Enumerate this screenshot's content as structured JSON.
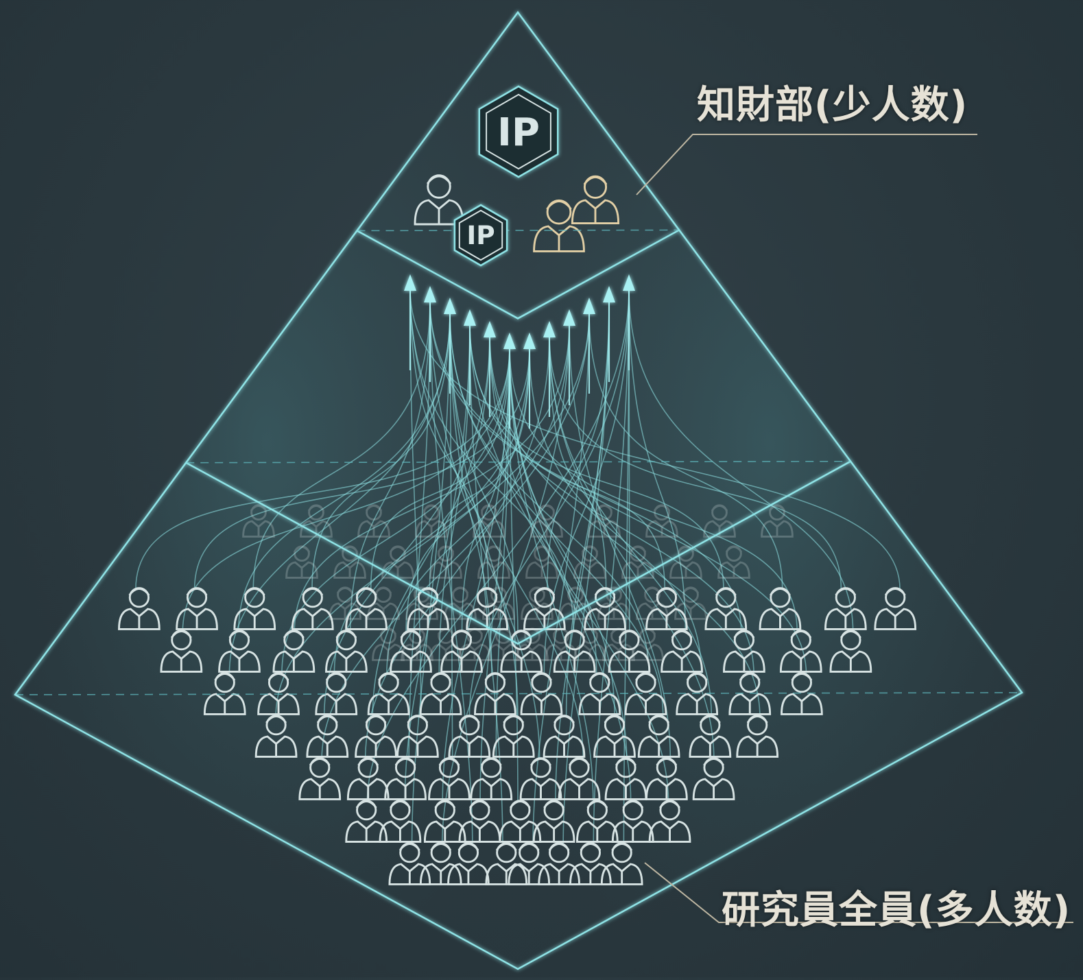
{
  "labels": {
    "top": "知財部(少人数)",
    "bottom": "研究員全員(多人数)"
  },
  "badges": {
    "large": "IP",
    "small": "IP"
  },
  "colors": {
    "background": "#2a383e",
    "line": "#8fe3e6",
    "line_dim": "#5fb7bd",
    "arrow": "#a8f0f2",
    "person": "#d7e3e3",
    "person_top": "#e2cfa5",
    "leader": "#bfb7a2",
    "label": "#e6e2d6"
  },
  "icons": {
    "badge": "ip-hexagon-icon",
    "person": "person-icon"
  }
}
